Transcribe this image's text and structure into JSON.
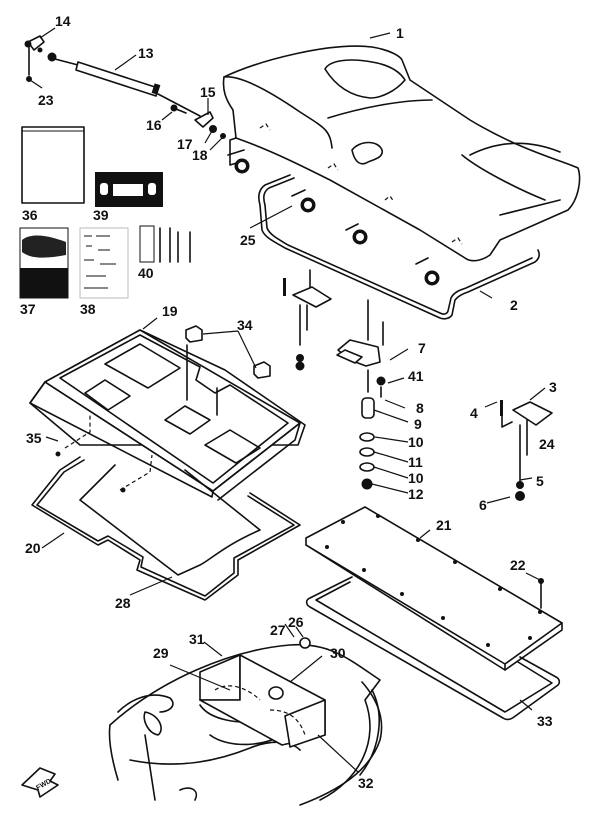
{
  "diagram": {
    "type": "exploded-parts-diagram",
    "subject": "Seat and storage compartment assembly",
    "forward_indicator": "FWD",
    "callouts": [
      {
        "id": "1",
        "part": "seat"
      },
      {
        "id": "2",
        "part": "seat-seal"
      },
      {
        "id": "3",
        "part": "hook-bracket"
      },
      {
        "id": "4",
        "part": "bolt"
      },
      {
        "id": "5",
        "part": "washer"
      },
      {
        "id": "6",
        "part": "nut"
      },
      {
        "id": "7",
        "part": "seat-lock-bracket"
      },
      {
        "id": "8",
        "part": "screw"
      },
      {
        "id": "9",
        "part": "lock-pin"
      },
      {
        "id": "10",
        "part": "washer"
      },
      {
        "id": "11",
        "part": "damper"
      },
      {
        "id": "12",
        "part": "nut"
      },
      {
        "id": "13",
        "part": "gas-damper"
      },
      {
        "id": "14",
        "part": "damper-bracket"
      },
      {
        "id": "15",
        "part": "damper-bracket"
      },
      {
        "id": "16",
        "part": "bolt"
      },
      {
        "id": "17",
        "part": "washer"
      },
      {
        "id": "18",
        "part": "nut"
      },
      {
        "id": "19",
        "part": "storage-tray"
      },
      {
        "id": "20",
        "part": "tray-seal"
      },
      {
        "id": "21",
        "part": "cover-plate"
      },
      {
        "id": "22",
        "part": "screw"
      },
      {
        "id": "23",
        "part": "screw"
      },
      {
        "id": "24",
        "part": "bolt"
      },
      {
        "id": "25",
        "part": "seat-damper"
      },
      {
        "id": "26",
        "part": "cap"
      },
      {
        "id": "27",
        "part": "band"
      },
      {
        "id": "28",
        "part": "mat"
      },
      {
        "id": "29",
        "part": "partition"
      },
      {
        "id": "30",
        "part": "partition"
      },
      {
        "id": "31",
        "part": "partition"
      },
      {
        "id": "32",
        "part": "partition"
      },
      {
        "id": "33",
        "part": "cover-seal"
      },
      {
        "id": "34",
        "part": "holder"
      },
      {
        "id": "35",
        "part": "screw"
      },
      {
        "id": "36",
        "part": "document-bag"
      },
      {
        "id": "37",
        "part": "owners-manual"
      },
      {
        "id": "38",
        "part": "manual-sheet"
      },
      {
        "id": "39",
        "part": "video-cassette"
      },
      {
        "id": "40",
        "part": "tool-kit"
      },
      {
        "id": "41",
        "part": "washer"
      }
    ]
  }
}
